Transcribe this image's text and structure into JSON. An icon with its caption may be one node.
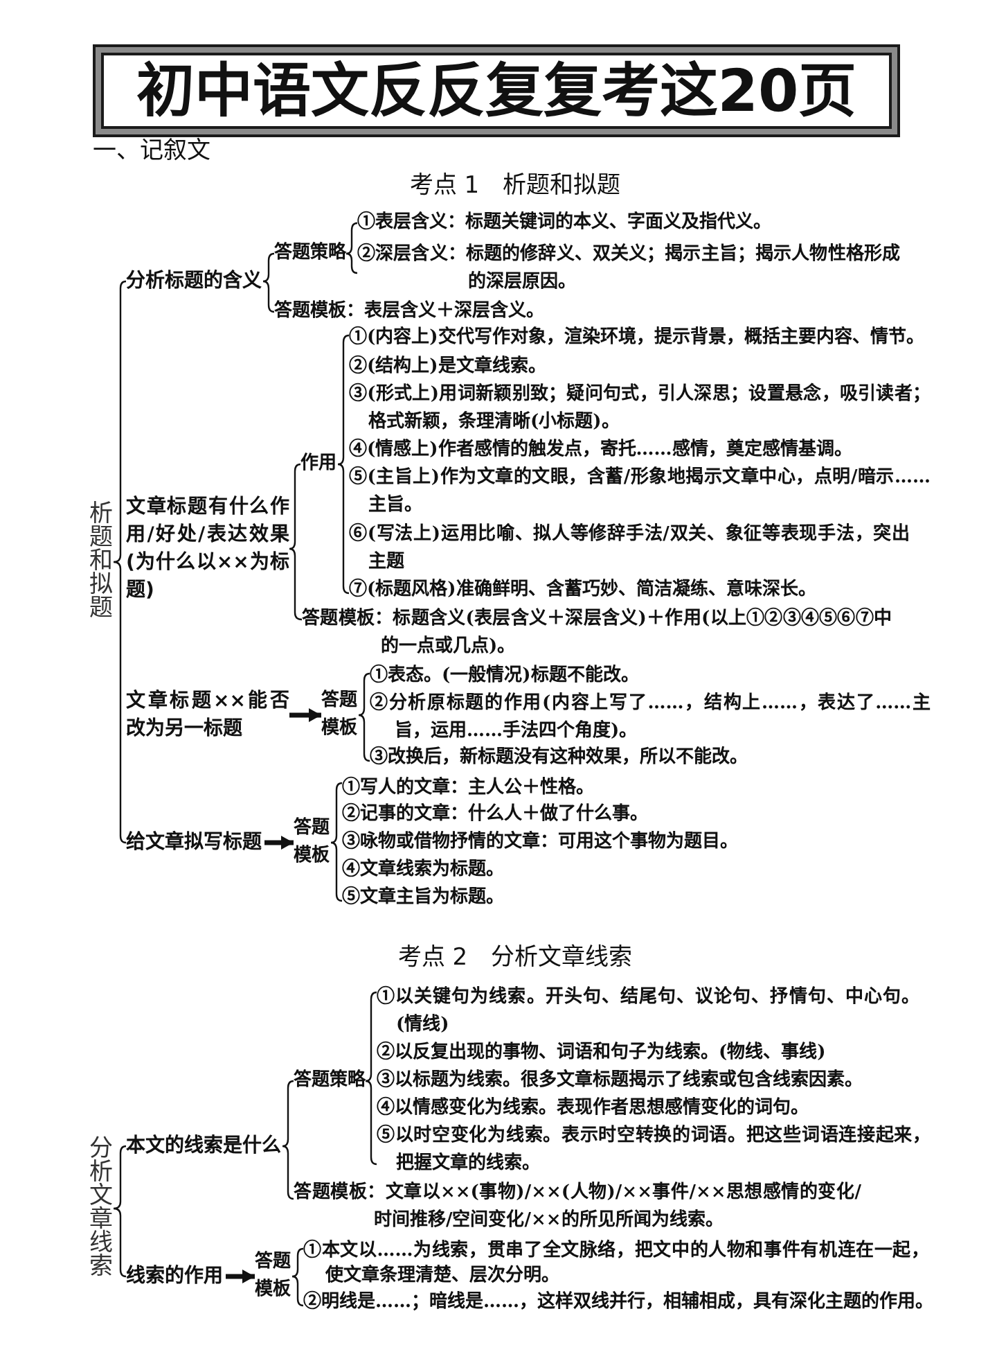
{
  "diagram": {
    "title": "初中语文反反复复考这20页",
    "nodes": [
      {
        "text": [
          "析题和拟题"
        ]
      },
      {
        "text": [
          "分析标题的含义"
        ]
      },
      {
        "text": [
          "答题策略"
        ]
      },
      {
        "text": [
          "①表层含义：标题关键词的本义、字面义及指代义。"
        ]
      },
      {
        "text": [
          "②深层含义：标题的修辞义、双关义；揭示主旨；揭示人物性格形成的深层原因。"
        ]
      },
      {
        "text": [
          "答题模板：表层含义＋深层含义。"
        ]
      },
      {
        "text": [
          "文章标题有什么作用/好处/表达效果(为什么以××为标题)"
        ]
      },
      {
        "text": [
          "作用"
        ]
      },
      {
        "text": [
          "①(内容上)交代写作对象，渲染环境，提示背景，概括主要内容、情节。"
        ]
      },
      {
        "text": [
          "②(结构上)是文章线索。"
        ]
      },
      {
        "text": [
          "③(形式上)用词新颖别致；疑问句式，引人深思；设置悬念，吸引读者；格式新颖，条理清晰(小标题)。"
        ]
      },
      {
        "text": [
          "④(情感上)作者感情的触发点，寄托……感情，奠定感情基调。"
        ]
      },
      {
        "text": [
          "⑤(主旨上)作为文章的文眼，含蓄/形象地揭示文章中心，点明/暗示……主旨。"
        ]
      },
      {
        "text": [
          "⑥(写法上)运用比喻、拟人等修辞手法/双关、象征等表现手法，突出主题"
        ]
      },
      {
        "text": [
          "⑦(标题风格)准确鲜明、含蓄巧妙、简洁凝练、意味深长。"
        ]
      },
      {
        "text": [
          "答题模板：标题含义(表层含义＋深层含义)＋作用(以上①②③④⑤⑥⑦中的一点或几点)。"
        ]
      },
      {
        "text": [
          "文章标题××能否改为另一标题"
        ]
      },
      {
        "text": [
          "答题模板"
        ]
      },
      {
        "text": [
          "①表态。(一般情况)标题不能改。"
        ]
      },
      {
        "text": [
          "②分析原标题的作用(内容上写了……，结构上……，表达了……主旨，运用……手法四个角度)。"
        ]
      },
      {
        "text": [
          "③改换后，新标题没有这种效果，所以不能改。"
        ]
      },
      {
        "text": [
          "给文章拟写标题"
        ]
      },
      {
        "text": [
          "答题模板"
        ]
      },
      {
        "text": [
          "①写人的文章：主人公＋性格。"
        ]
      },
      {
        "text": [
          "②记事的文章：什么人＋做了什么事。"
        ]
      },
      {
        "text": [
          "③咏物或借物抒情的文章：可用这个事物为题目。"
        ]
      },
      {
        "text": [
          "④文章线索为标题。"
        ]
      },
      {
        "text": [
          "⑤文章主旨为标题。"
        ]
      },
      {
        "text": [
          "分析文章线索"
        ]
      },
      {
        "text": [
          "本文的线索是什么"
        ]
      },
      {
        "text": [
          "答题策略"
        ]
      },
      {
        "text": [
          "①以关键句为线索。开头句、结尾句、议论句、抒情句、中心句。(情线)"
        ]
      },
      {
        "text": [
          "②以反复出现的事物、词语和句子为线索。(物线、事线)"
        ]
      },
      {
        "text": [
          "③以标题为线索。很多文章标题揭示了线索或包含线索因素。"
        ]
      },
      {
        "text": [
          "④以情感变化为线索。表现作者思想感情变化的词句。"
        ]
      },
      {
        "text": [
          "⑤以时空变化为线索。表示时空转换的词语。把这些词语连接起来，把握文章的线索。"
        ]
      },
      {
        "text": [
          "答题模板：文章以××(事物)/××(人物)/××事件/××思想感情的变化/时间推移/空间变化/××的所见所闻为线索。"
        ]
      },
      {
        "text": [
          "线索的作用"
        ]
      },
      {
        "text": [
          "答题模板"
        ]
      },
      {
        "text": [
          "①本文以……为线索，贯串了全文脉络，把文中的人物和事件有机连在一起，使文章条理清楚、层次分明。"
        ]
      },
      {
        "text": [
          "②明线是……；暗线是……，这样双线并行，相辅相成，具有深化主题的作用。"
        ]
      }
    ],
    "edges": [
      {
        "from": 0,
        "to": 1,
        "arrow": "none"
      },
      {
        "from": 0,
        "to": 6,
        "arrow": "none"
      },
      {
        "from": 0,
        "to": 16,
        "arrow": "none"
      },
      {
        "from": 0,
        "to": 21,
        "arrow": "none"
      },
      {
        "from": 1,
        "to": 2,
        "arrow": "none"
      },
      {
        "from": 1,
        "to": 5,
        "arrow": "none"
      },
      {
        "from": 2,
        "to": 3,
        "arrow": "none"
      },
      {
        "from": 2,
        "to": 4,
        "arrow": "none"
      },
      {
        "from": 6,
        "to": 7,
        "arrow": "none"
      },
      {
        "from": 6,
        "to": 15,
        "arrow": "none"
      },
      {
        "from": 7,
        "to": 8,
        "arrow": "none"
      },
      {
        "from": 7,
        "to": 9,
        "arrow": "none"
      },
      {
        "from": 7,
        "to": 10,
        "arrow": "none"
      },
      {
        "from": 7,
        "to": 11,
        "arrow": "none"
      },
      {
        "from": 7,
        "to": 12,
        "arrow": "none"
      },
      {
        "from": 7,
        "to": 13,
        "arrow": "none"
      },
      {
        "from": 7,
        "to": 14,
        "arrow": "none"
      },
      {
        "from": 16,
        "to": 17,
        "arrow": "to",
        "style": "thick"
      },
      {
        "from": 17,
        "to": 18,
        "arrow": "none"
      },
      {
        "from": 17,
        "to": 19,
        "arrow": "none"
      },
      {
        "from": 17,
        "to": 20,
        "arrow": "none"
      },
      {
        "from": 21,
        "to": 22,
        "arrow": "to",
        "style": "thick"
      },
      {
        "from": 22,
        "to": 23,
        "arrow": "none"
      },
      {
        "from": 22,
        "to": 24,
        "arrow": "none"
      },
      {
        "from": 22,
        "to": 25,
        "arrow": "none"
      },
      {
        "from": 22,
        "to": 26,
        "arrow": "none"
      },
      {
        "from": 22,
        "to": 27,
        "arrow": "none"
      },
      {
        "from": 28,
        "to": 29,
        "arrow": "none"
      },
      {
        "from": 28,
        "to": 37,
        "arrow": "none"
      },
      {
        "from": 29,
        "to": 30,
        "arrow": "none"
      },
      {
        "from": 29,
        "to": 36,
        "arrow": "none"
      },
      {
        "from": 30,
        "to": 31,
        "arrow": "none"
      },
      {
        "from": 30,
        "to": 32,
        "arrow": "none"
      },
      {
        "from": 30,
        "to": 33,
        "arrow": "none"
      },
      {
        "from": 30,
        "to": 34,
        "arrow": "none"
      },
      {
        "from": 30,
        "to": 35,
        "arrow": "none"
      },
      {
        "from": 37,
        "to": 38,
        "arrow": "to",
        "style": "thick"
      },
      {
        "from": 38,
        "to": 39,
        "arrow": "none"
      },
      {
        "from": 38,
        "to": 40,
        "arrow": "none"
      }
    ],
    "labels": [
      "一、记叙文",
      "考点 1　析题和拟题",
      "考点 2　分析文章线索"
    ]
  }
}
